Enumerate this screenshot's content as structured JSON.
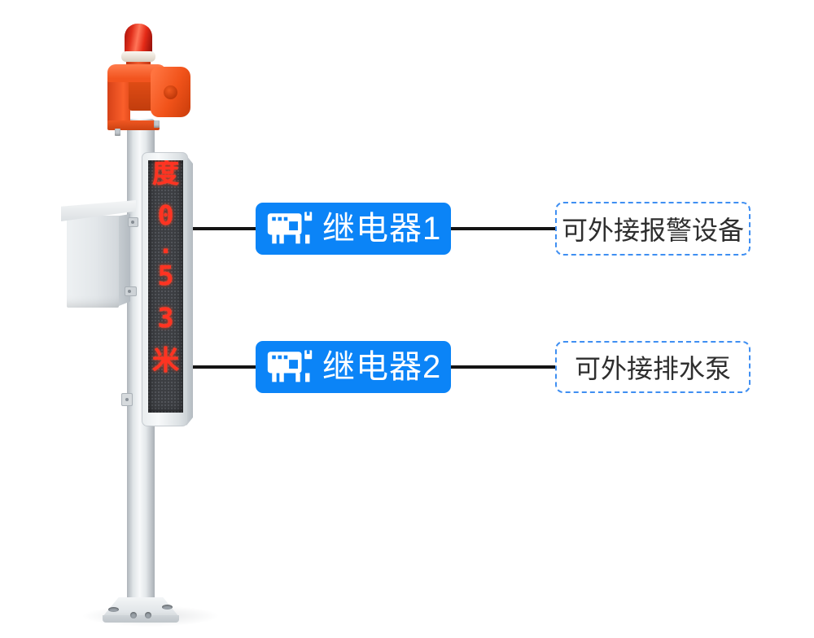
{
  "diagram": {
    "rows": [
      {
        "relay_label": "继电器1",
        "callout": "可外接报警设备"
      },
      {
        "relay_label": "继电器2",
        "callout": "可外接排水泵"
      }
    ],
    "led_display": {
      "chars": [
        "度",
        "0",
        ".",
        "5",
        "3",
        "米"
      ],
      "reading": "度0.53米"
    },
    "colors": {
      "badge_blue": "#0b84f7",
      "callout_border_blue": "#3f8ff2",
      "led_red": "#ff3322",
      "alarm_orange": "#f2541f",
      "beacon_red": "#e1301c",
      "connector_black": "#141414",
      "pole_gray": "#dfe4e7"
    }
  }
}
